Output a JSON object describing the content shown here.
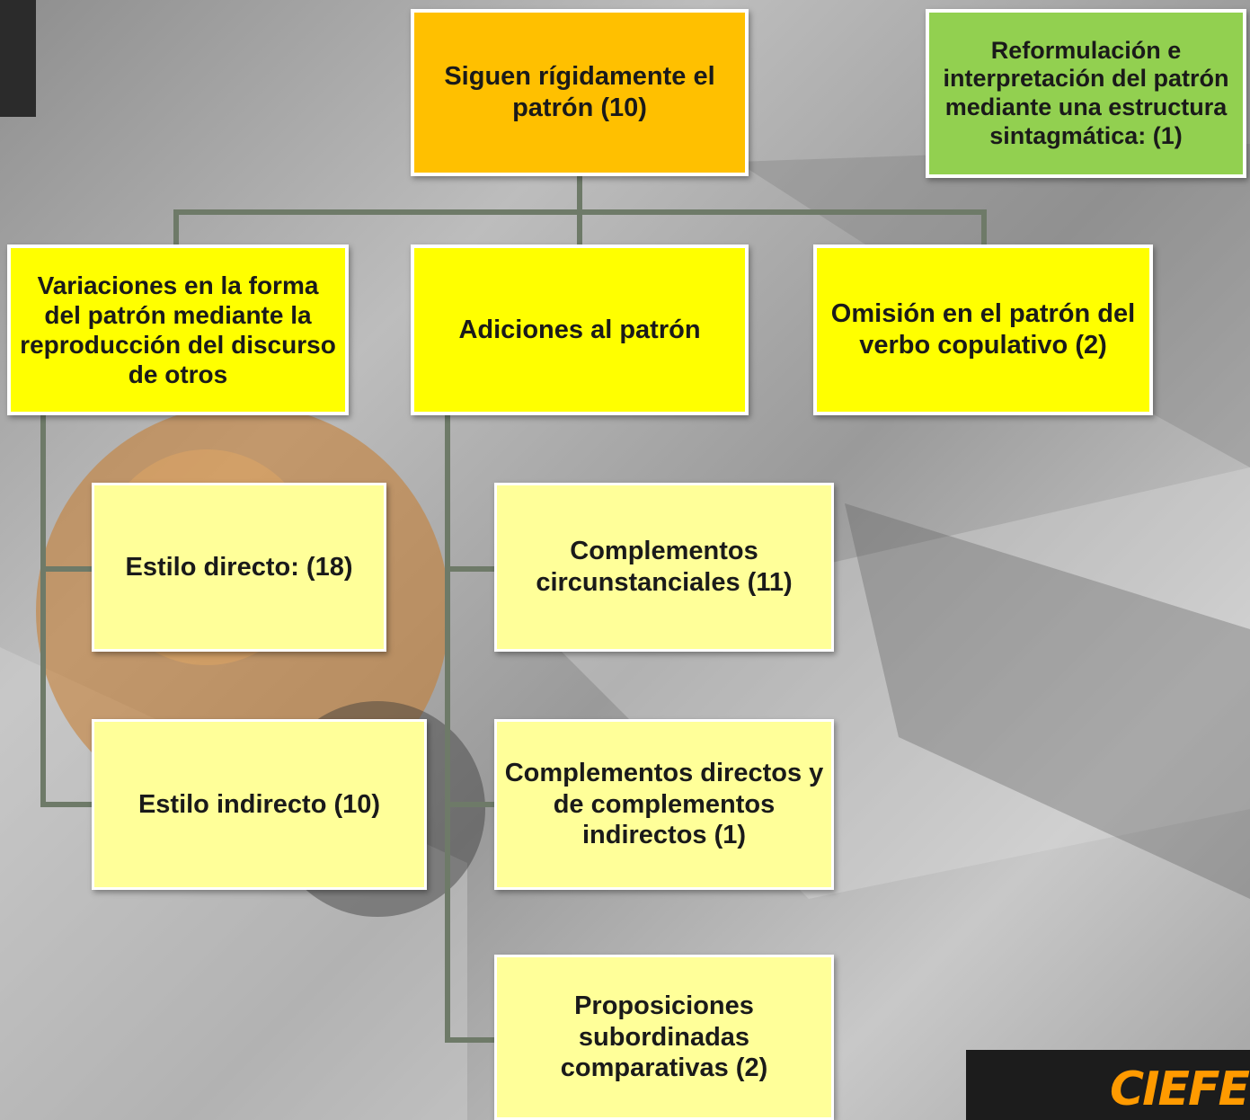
{
  "root": {
    "label": "Siguen rígidamente el patrón (10)"
  },
  "side_note": {
    "label": "Reformulación e interpretación del patrón mediante una estructura sintagmática: (1)"
  },
  "branches": {
    "variaciones": {
      "label": "Variaciones en la forma del patrón mediante la reproducción del discurso de otros"
    },
    "adiciones": {
      "label": "Adiciones al patrón"
    },
    "omision": {
      "label": "Omisión en el patrón del verbo copulativo (2)"
    }
  },
  "variaciones_children": [
    {
      "label": "Estilo directo: (18)"
    },
    {
      "label": "Estilo indirecto (10)"
    }
  ],
  "adiciones_children": [
    {
      "label": "Complementos circunstanciales (11)"
    },
    {
      "label": "Complementos directos y de complementos indirectos (1)"
    },
    {
      "label": "Proposiciones subordinadas comparativas (2)"
    }
  ],
  "logo": {
    "text": "CIEFE"
  },
  "colors": {
    "root": "#ffc000",
    "side_note": "#92d050",
    "branch": "#ffff00",
    "leaf": "#ffff99",
    "connector": "#6e7a68"
  }
}
